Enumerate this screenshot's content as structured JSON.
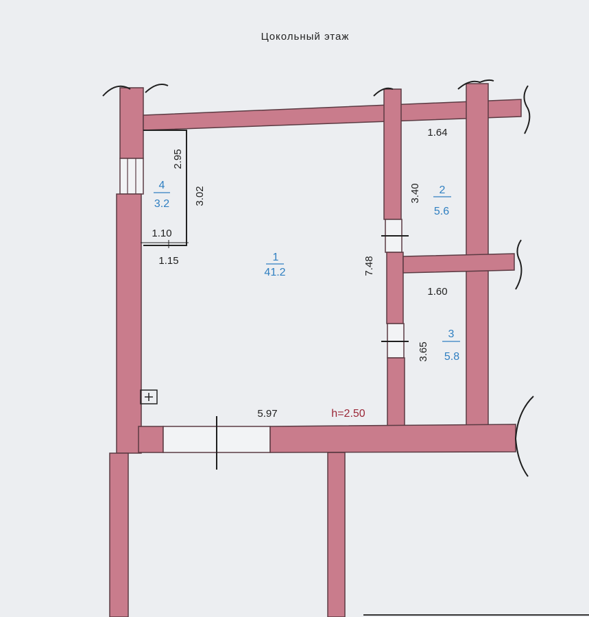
{
  "title": "Цокольный этаж",
  "height_label": "h=2.50",
  "rooms": [
    {
      "number": "1",
      "area": "41.2"
    },
    {
      "number": "2",
      "area": "5.6"
    },
    {
      "number": "3",
      "area": "5.8"
    },
    {
      "number": "4",
      "area": "3.2"
    }
  ],
  "dimensions": {
    "room4_height_inner": "2.95",
    "room4_height_outer": "3.02",
    "room4_width_inner": "1.10",
    "room4_width_outer": "1.15",
    "room2_width": "1.64",
    "room2_height": "3.40",
    "room3_width": "1.60",
    "room3_height": "3.65",
    "room1_height": "7.48",
    "room1_width": "5.97"
  },
  "colors": {
    "wall": "#c97c8c",
    "room_label": "#2f7fc1",
    "height_label": "#9a2636"
  }
}
